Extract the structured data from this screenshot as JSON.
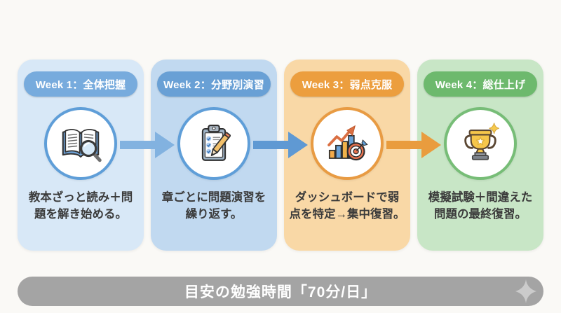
{
  "page": {
    "background": "#faf9f6"
  },
  "cards": [
    {
      "header": "Week 1：全体把握",
      "desc_line1": "教本ざっと読み＋問",
      "desc_line2": "題を解き始める。",
      "icon": "book-magnifier-icon",
      "colors": {
        "card_bg": "#d8e8f7",
        "pill_bg": "#77abdd",
        "ring": "#5f9ed8"
      }
    },
    {
      "header": "Week 2：分野別演習",
      "desc_line1": "章ごとに問題演習を",
      "desc_line2": "繰り返す。",
      "icon": "clipboard-checklist-pencil-icon",
      "colors": {
        "card_bg": "#c1d9f0",
        "pill_bg": "#69a0d5",
        "ring": "#5f9ed8"
      }
    },
    {
      "header": "Week 3：弱点克服",
      "desc_line1": "ダッシュボードで弱",
      "desc_line2": "点を特定→集中復習。",
      "icon": "chart-target-icon",
      "colors": {
        "card_bg": "#f9d8a6",
        "pill_bg": "#ec9e3e",
        "ring": "#e89b43"
      }
    },
    {
      "header": "Week 4：総仕上げ",
      "desc_line1": "模擬試験＋間違えた",
      "desc_line2": "問題の最終復習。",
      "icon": "trophy-icon",
      "colors": {
        "card_bg": "#c8e6c6",
        "pill_bg": "#6db96d",
        "ring": "#77bd77"
      }
    }
  ],
  "arrows": [
    {
      "color": "#82b2e0"
    },
    {
      "color": "#5f99d3"
    },
    {
      "color": "#e99c3e"
    }
  ],
  "footer": {
    "label": "目安の勉強時間「70分/日」",
    "bg": "#a4a4a4",
    "sparkle_color": "#cbcbcb"
  }
}
